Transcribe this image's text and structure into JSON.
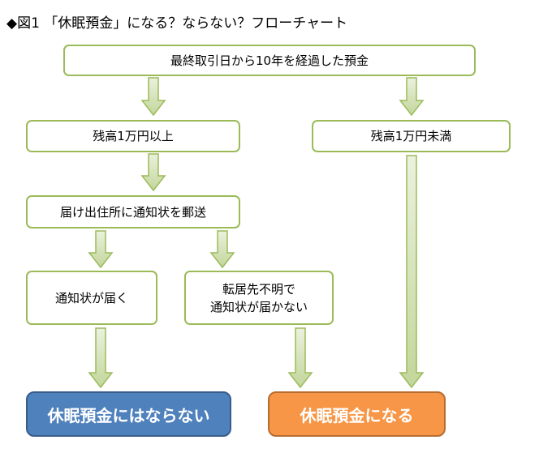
{
  "title": "◆図1 「休眠預金」になる？ならない？フローチャート",
  "nodes": {
    "start": "最終取引日から10年を経過した預金",
    "balance_over": "残高1万円以上",
    "balance_under": "残高1万円未満",
    "notice_sent": "届け出住所に通知状を郵送",
    "notice_arrives": "通知状が届く",
    "notice_fails": "転居先不明で\n通知状が届かない",
    "result_not_dormant": "休眠預金にはならない",
    "result_dormant": "休眠預金になる"
  },
  "colors": {
    "box_border": "#9bbb59",
    "arrow_fill": "#d7e4bd",
    "arrow_stroke": "#9bbb59",
    "result_not_dormant": "#4f81bd",
    "result_dormant": "#f79646"
  }
}
